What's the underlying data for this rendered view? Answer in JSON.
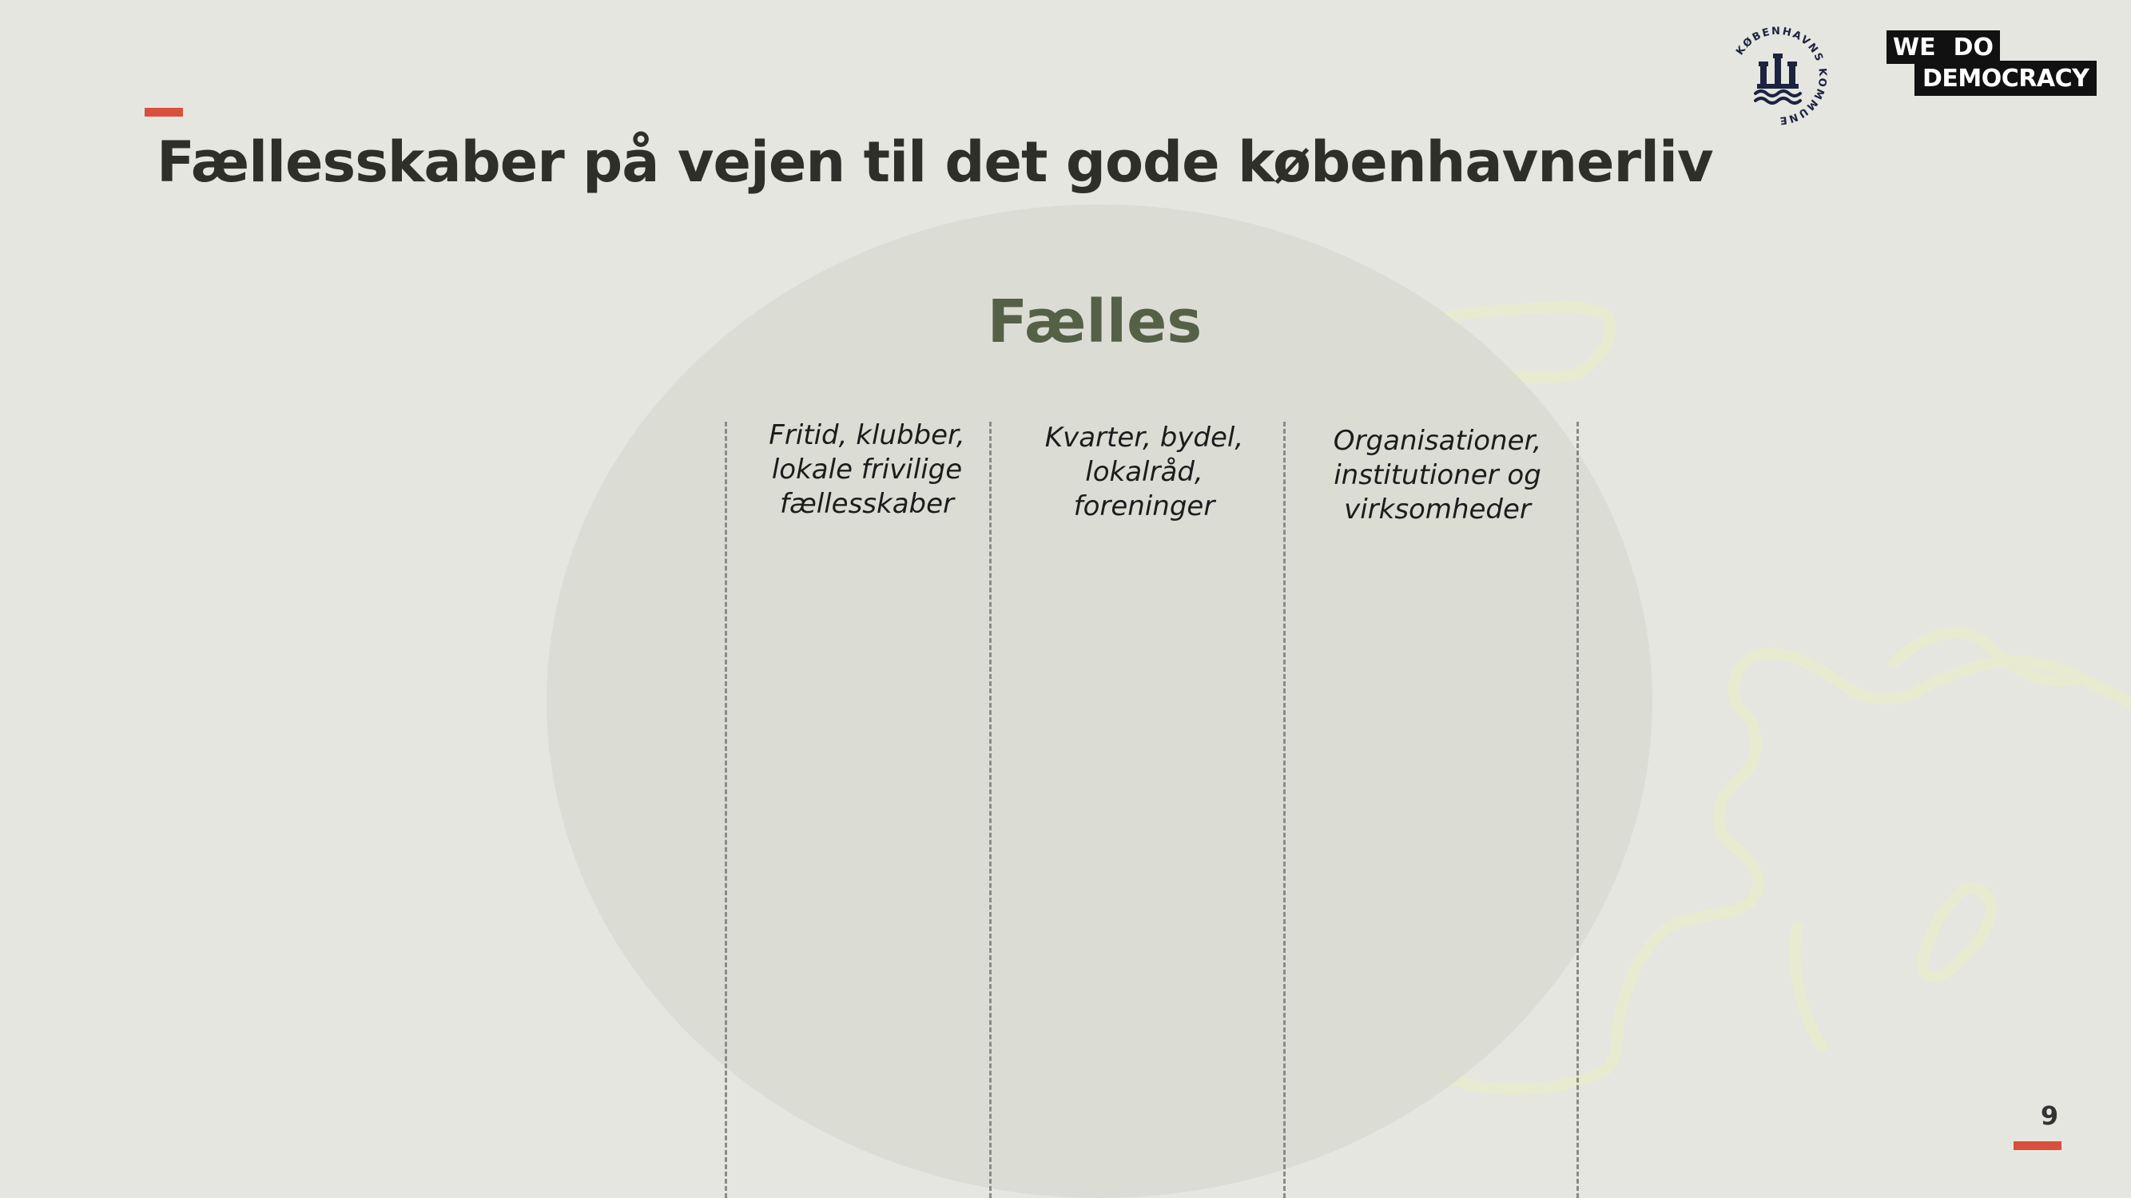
{
  "slide": {
    "title": "Fællesskaber på vejen til det gode københavnerliv",
    "center_title": "Fælles",
    "columns": [
      {
        "lines": [
          "Fritid, klubber,",
          "lokale frivilige",
          "fællesskaber"
        ]
      },
      {
        "lines": [
          "Kvarter, bydel,",
          "lokalråd,",
          "foreninger"
        ]
      },
      {
        "lines": [
          "Organisationer,",
          "institutioner og",
          "virksomheder"
        ]
      }
    ],
    "page_number": "9"
  },
  "logos": {
    "kobenhavn": {
      "text": "KØBENHAVNS KOMMUNE",
      "icon": "city-seal-icon"
    },
    "we_do_democracy": {
      "row1": [
        "WE",
        "DO"
      ],
      "row2": "DEMOCRACY"
    }
  },
  "colors": {
    "background": "#e6e6e0",
    "accent": "#d9503c",
    "circle": "#d8dad2",
    "center_title": "#556147",
    "title": "#2e2e2a"
  }
}
